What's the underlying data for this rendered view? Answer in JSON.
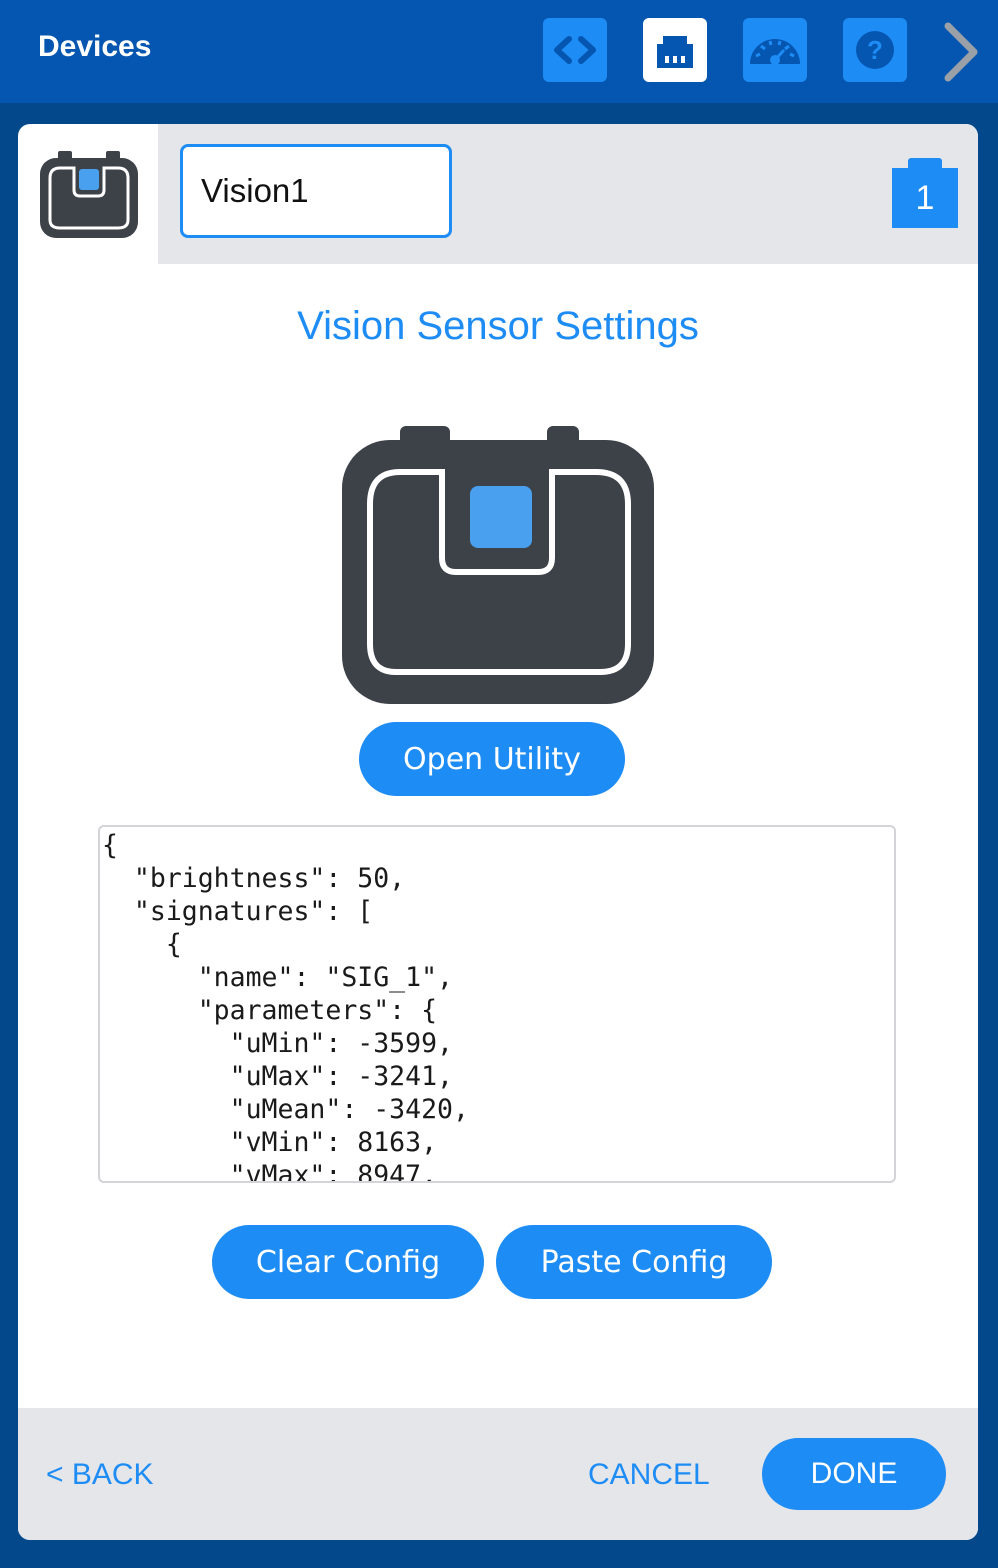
{
  "topbar": {
    "title": "Devices",
    "icons": [
      "code-icon",
      "devices-icon",
      "dashboard-icon",
      "help-icon",
      "chevron-right-icon"
    ]
  },
  "device": {
    "name": "Vision1",
    "port": "1"
  },
  "main": {
    "title": "Vision Sensor Settings",
    "open_utility_label": "Open Utility",
    "config_text": "{\n  \"brightness\": 50,\n  \"signatures\": [\n    {\n      \"name\": \"SIG_1\",\n      \"parameters\": {\n        \"uMin\": -3599,\n        \"uMax\": -3241,\n        \"uMean\": -3420,\n        \"vMin\": 8163,\n        \"vMax\": 8947,",
    "clear_config_label": "Clear Config",
    "paste_config_label": "Paste Config"
  },
  "footer": {
    "back_label": "< BACK",
    "cancel_label": "CANCEL",
    "done_label": "DONE"
  },
  "colors": {
    "accent": "#1e8cf5",
    "topbar": "#0556b0",
    "background": "#03488a",
    "icon_dark": "#3d4148",
    "lens": "#48a0ee"
  }
}
